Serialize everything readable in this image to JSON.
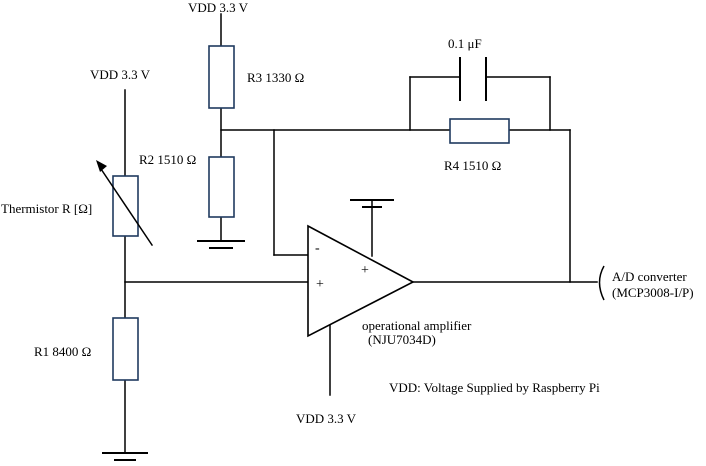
{
  "labels": {
    "vdd_top": "VDD 3.3 V",
    "vdd_left": "VDD 3.3 V",
    "vdd_bottom": "VDD 3.3 V",
    "r3": "R3 1330 Ω",
    "r2": "R2 1510 Ω",
    "r4": "R4 1510 Ω",
    "r1": "R1 8400 Ω",
    "capacitor": "0.1 μF",
    "thermistor": "Thermistor R [Ω]",
    "opamp_minus": "-",
    "opamp_plus_in": "+",
    "opamp_plus_supply": "+",
    "opamp_name": "operational amplifier",
    "opamp_part": "(NJU7034D)",
    "adc_name": "A/D converter",
    "adc_part": "(MCP3008-I/P)",
    "note": "VDD: Voltage Supplied by Raspberry Pi"
  },
  "colors": {
    "wire": "#000000",
    "component_outline": "#1f3a5f",
    "background": "#ffffff"
  }
}
